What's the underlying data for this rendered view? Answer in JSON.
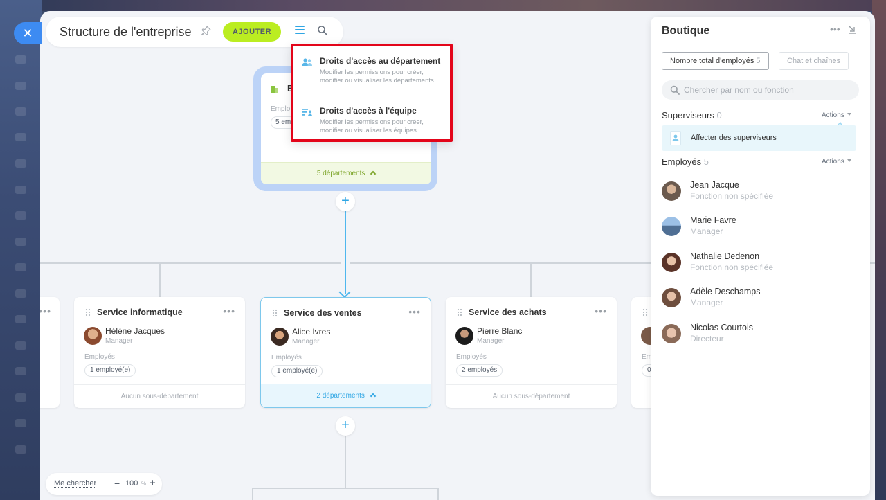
{
  "header": {
    "title": "Structure de l'entreprise",
    "add_label": "AJOUTER"
  },
  "menu": {
    "items": [
      {
        "title": "Droits d'accès au département",
        "desc": "Modifier les permissions pour créer, modifier ou visualiser les départements.",
        "icon": "users-icon"
      },
      {
        "title": "Droits d'accès à l'équipe",
        "desc": "Modifier les permissions pour créer, modifier ou visualiser les équipes.",
        "icon": "team-list-icon"
      }
    ]
  },
  "root": {
    "title_partial": "B",
    "employees_label_partial": "Emplo",
    "employees_pill_partial": "5 em",
    "footer": "5 départements"
  },
  "departments": [
    {
      "name": "Service informatique",
      "manager": "Hélène Jacques",
      "role": "Manager",
      "employees_label": "Employés",
      "employees": "1 employé(e)",
      "footer": "Aucun sous-département"
    },
    {
      "name": "Service des ventes",
      "manager": "Alice Ivres",
      "role": "Manager",
      "employees_label": "Employés",
      "employees": "1 employé(e)",
      "footer": "2 départements"
    },
    {
      "name": "Service des achats",
      "manager": "Pierre Blanc",
      "role": "Manager",
      "employees_label": "Employés",
      "employees": "2 employés",
      "footer": "Aucun sous-département"
    }
  ],
  "partial_card_right": {
    "employees_label": "Em",
    "employees": "0"
  },
  "zoom": {
    "find_me": "Me chercher",
    "minus": "−",
    "value": "100",
    "unit": "%",
    "plus": "+"
  },
  "panel": {
    "title": "Boutique",
    "tabs": {
      "employees_label": "Nombre total d'employés",
      "employees_count": "5",
      "chat_label": "Chat et chaînes"
    },
    "search_placeholder": "Chercher par nom ou fonction",
    "supervisors": {
      "label": "Superviseurs",
      "count": "0",
      "actions": "Actions",
      "assign": "Affecter des superviseurs"
    },
    "employees": {
      "label": "Employés",
      "count": "5",
      "actions": "Actions"
    },
    "list": [
      {
        "name": "Jean Jacque",
        "role": "Fonction non spécifiée",
        "color": "#6b5a4e"
      },
      {
        "name": "Marie Favre",
        "role": "Manager",
        "color": "#4f6f94"
      },
      {
        "name": "Nathalie Dedenon",
        "role": "Fonction non spécifiée",
        "color": "#7a4a3e"
      },
      {
        "name": "Adèle Deschamps",
        "role": "Manager",
        "color": "#8a6a58"
      },
      {
        "name": "Nicolas Courtois",
        "role": "Directeur",
        "color": "#b08a74"
      }
    ]
  },
  "colors": {
    "accent": "#2fa6e4",
    "add_button": "#bbed21",
    "highlight_border": "#e3051a",
    "close_button": "#3d8bf2"
  }
}
